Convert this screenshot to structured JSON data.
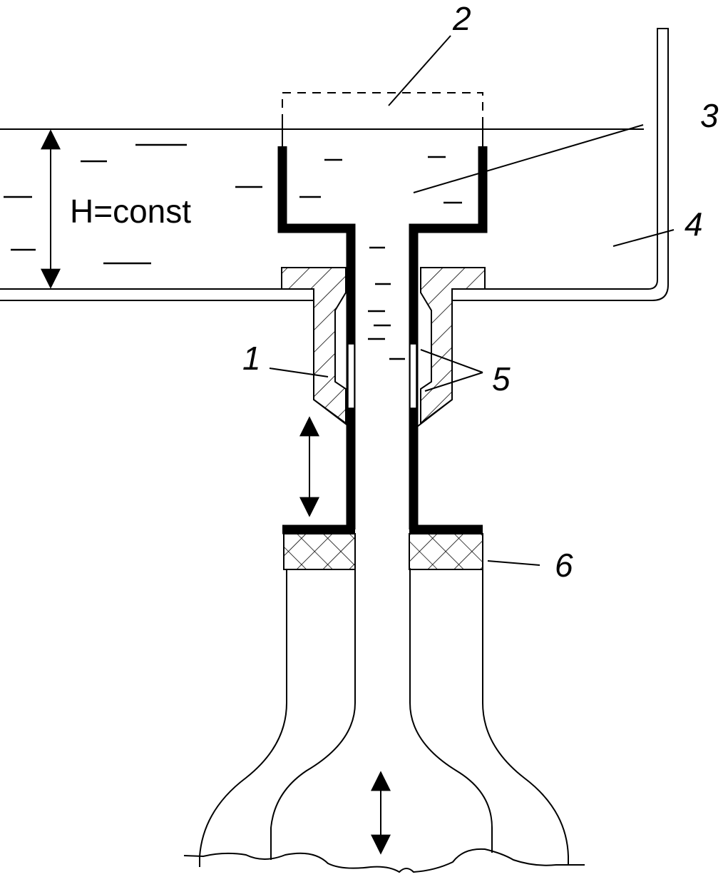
{
  "diagram": {
    "labels": {
      "head": "H=const",
      "n1": "1",
      "n2": "2",
      "n3": "3",
      "n4": "4",
      "n5": "5",
      "n6": "6"
    },
    "colors": {
      "line": "#000000",
      "background": "#ffffff"
    }
  }
}
